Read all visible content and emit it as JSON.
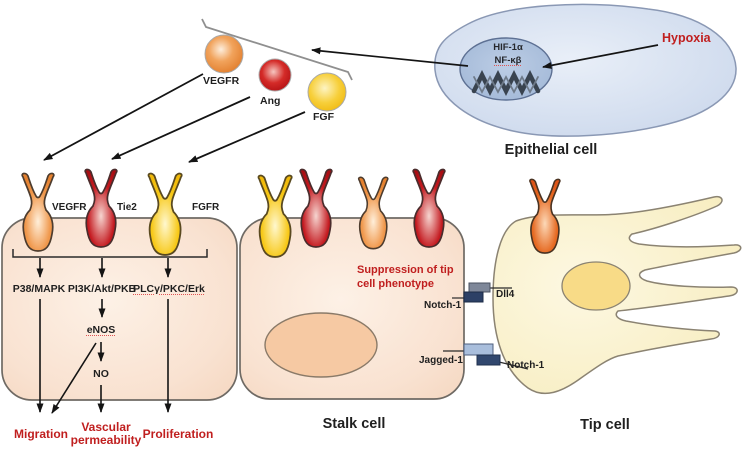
{
  "colors": {
    "red_text": "#c01f1f",
    "black_text": "#1f1f1f",
    "cell_peach": "#f7ddc9",
    "epithelial_blue": "#ccd8ec",
    "tip_cream": "#f8edc2"
  },
  "epithelial_cell": {
    "label": "Epithelial cell",
    "hypoxia_label": "Hypoxia",
    "nucleus_factors": {
      "hif": "HIF-1α",
      "nfkb": "NF-κβ"
    },
    "dna_icon": "dna-helix"
  },
  "ligands": {
    "vegfr": "VEGFR",
    "ang": "Ang",
    "fgf": "FGF"
  },
  "endothelial_cell": {
    "receptors": {
      "vegfr": "VEGFR",
      "tie2": "Tie2",
      "fgfr": "FGFR"
    },
    "pathways": {
      "p38": "P38/MAPK",
      "pi3k": "PI3K/Akt/PKB",
      "plc": "PLCγ/PKC/Erk"
    },
    "mediators": {
      "enos": "eNOS",
      "no": "NO"
    },
    "outcomes": {
      "migration": "Migration",
      "vascular": "Vascular permeability",
      "proliferation": "Proliferation"
    }
  },
  "stalk_cell": {
    "label": "Stalk cell",
    "annotation": "Suppression of tip cell phenotype",
    "notch1": "Notch-1",
    "jagged1": "Jagged-1"
  },
  "tip_cell": {
    "label": "Tip cell",
    "dll4": "Dll4",
    "notch1": "Notch-1"
  }
}
